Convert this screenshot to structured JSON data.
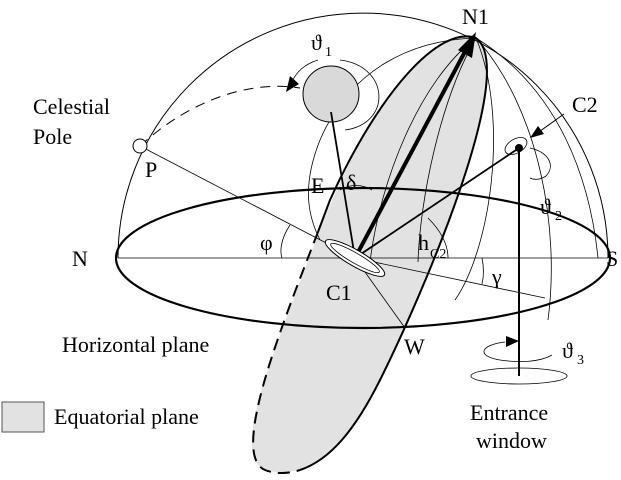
{
  "labels": {
    "n1": "N1",
    "theta1": "ϑ",
    "theta1_sub": "1",
    "celestial": "Celestial",
    "pole": "Pole",
    "p": "P",
    "c2": "C2",
    "e": "E",
    "delta": "δ",
    "theta2": "ϑ",
    "theta2_sub": "2",
    "n": "N",
    "s": "S",
    "phi": "φ",
    "h": "h",
    "h_sub": "C2",
    "gamma": "γ",
    "c1": "C1",
    "horizontal_plane": "Horizontal plane",
    "w": "W",
    "theta3": "ϑ",
    "theta3_sub": "3",
    "equatorial_plane": "Equatorial plane",
    "entrance": "Entrance",
    "window": "window"
  },
  "colors": {
    "ink": "#000000",
    "plane_fill": "#e2e2e2",
    "disk_fill": "#d9d9d9",
    "background": "#ffffff"
  }
}
